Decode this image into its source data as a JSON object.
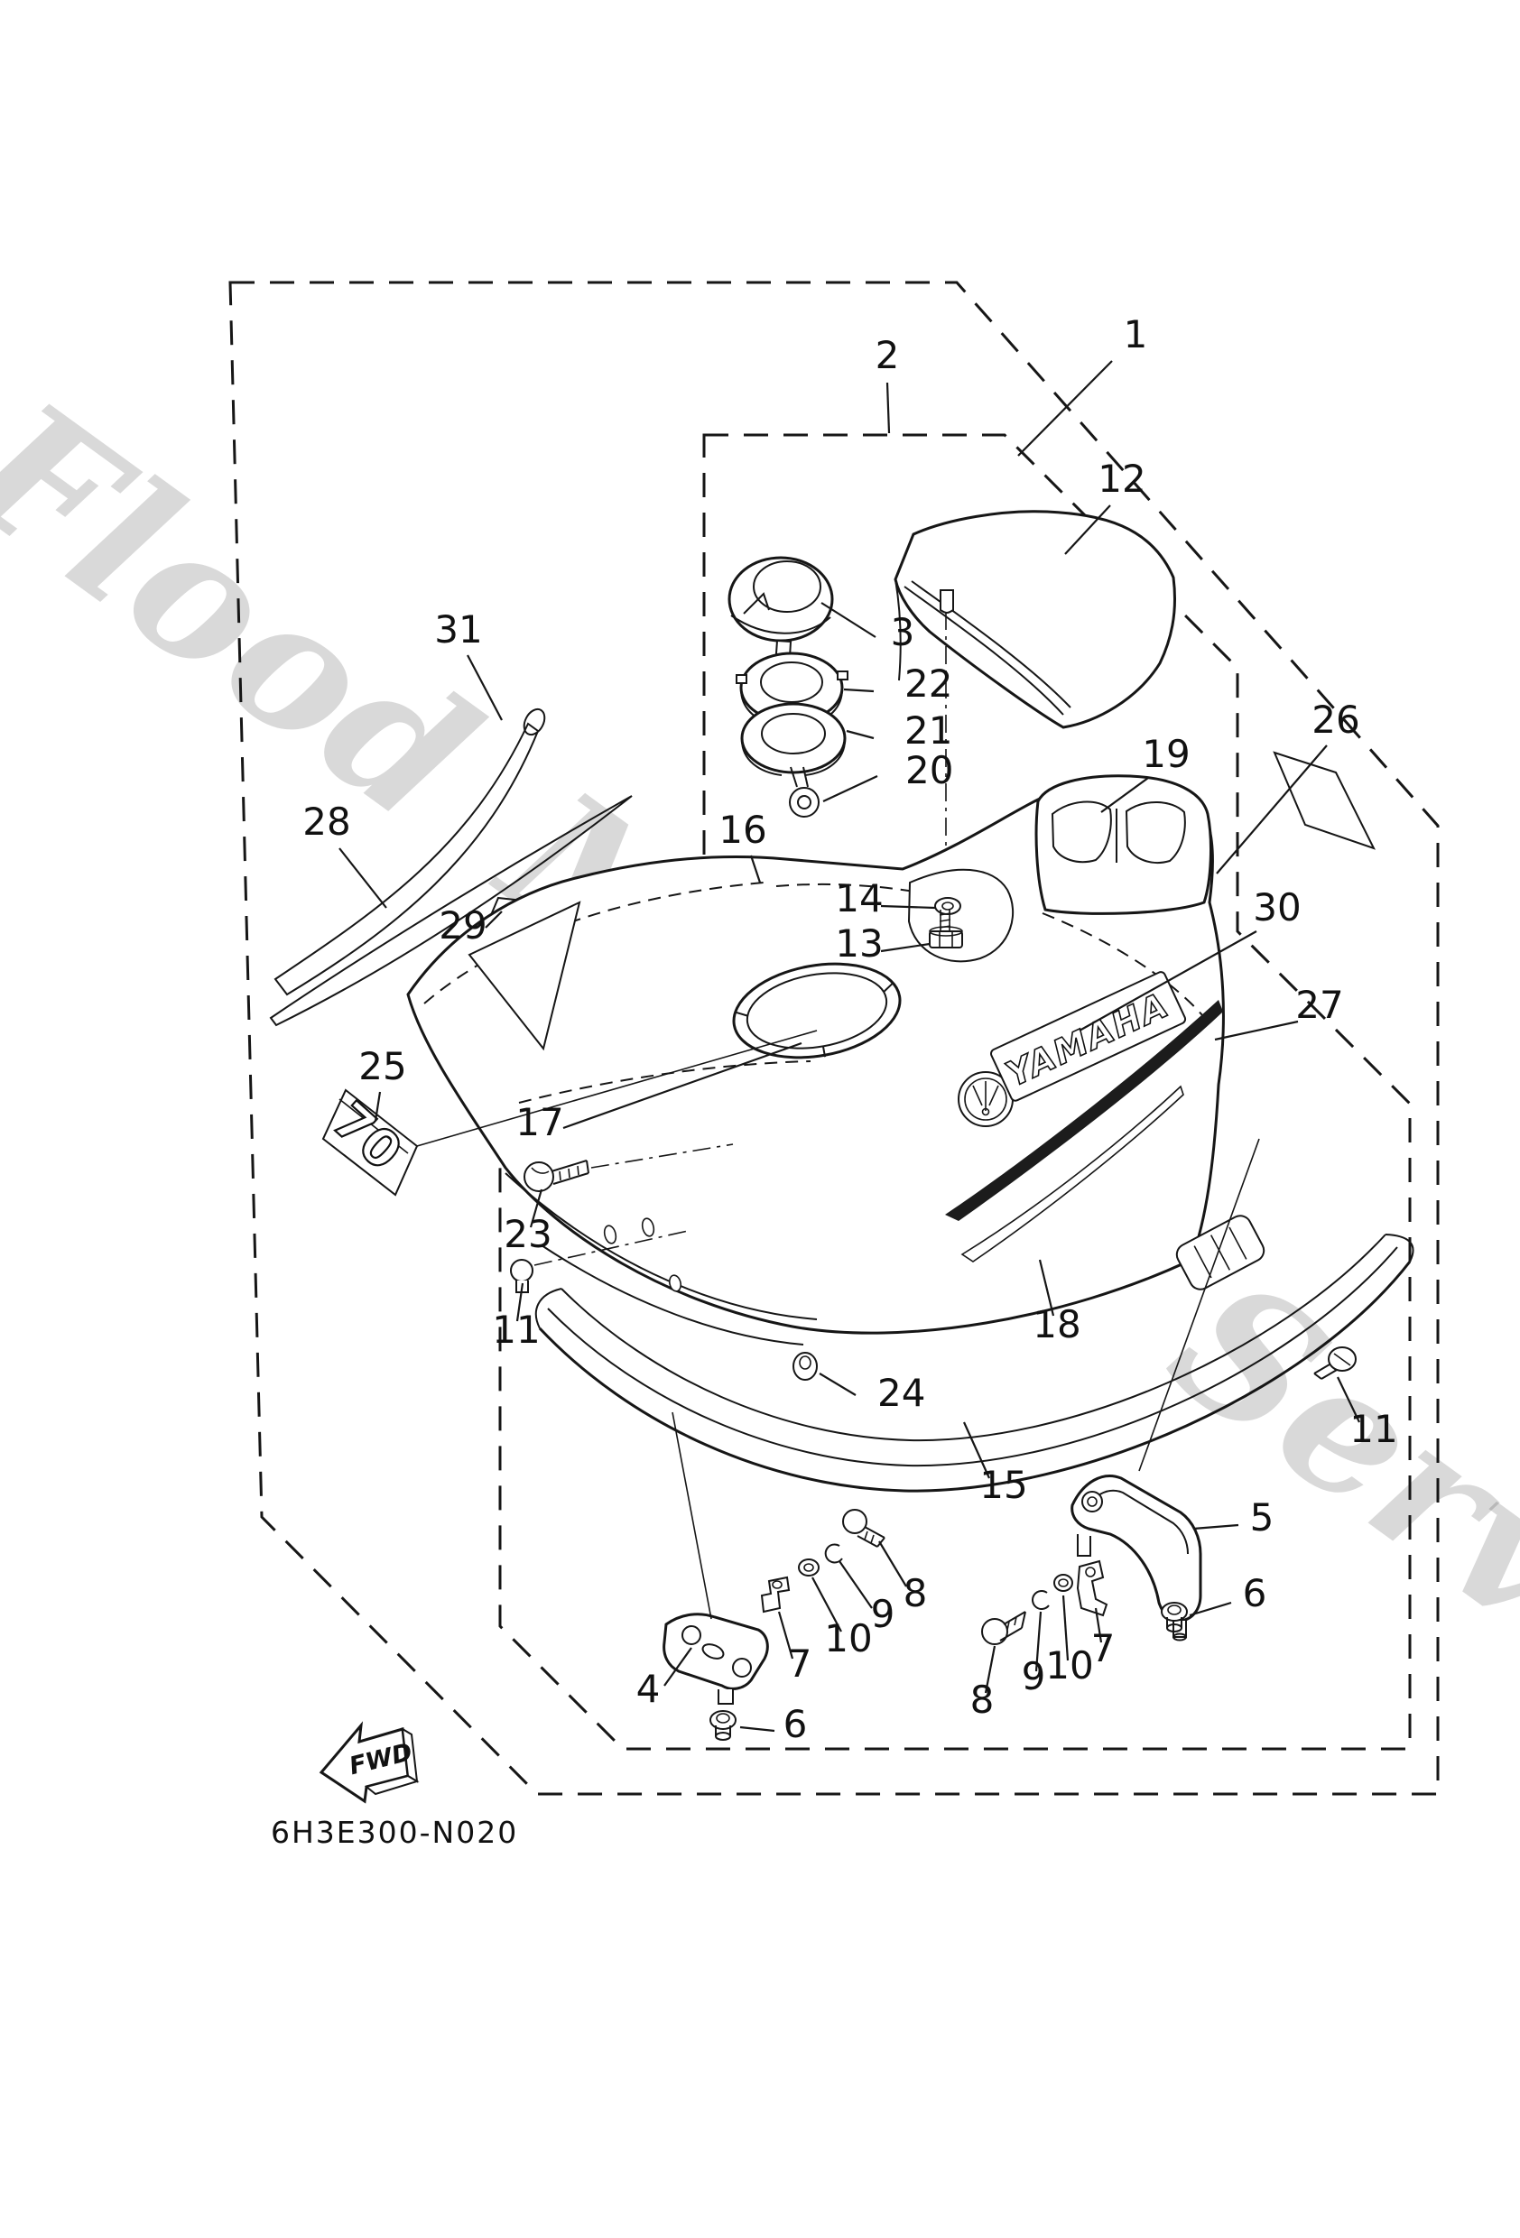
{
  "watermark": {
    "text": "Flood Marine Services"
  },
  "footer": {
    "part_code": "6H3E300-N020"
  },
  "fwd": {
    "label": "FWD"
  },
  "cowling": {
    "brand_wordmark": "YAMAHA",
    "model_badge": "70"
  },
  "callouts": [
    {
      "n": "1"
    },
    {
      "n": "2"
    },
    {
      "n": "12"
    },
    {
      "n": "3"
    },
    {
      "n": "22"
    },
    {
      "n": "21"
    },
    {
      "n": "20"
    },
    {
      "n": "31"
    },
    {
      "n": "26"
    },
    {
      "n": "19"
    },
    {
      "n": "28"
    },
    {
      "n": "16"
    },
    {
      "n": "14"
    },
    {
      "n": "13"
    },
    {
      "n": "29"
    },
    {
      "n": "30"
    },
    {
      "n": "27"
    },
    {
      "n": "25"
    },
    {
      "n": "17"
    },
    {
      "n": "23"
    },
    {
      "n": "11"
    },
    {
      "n": "18"
    },
    {
      "n": "24"
    },
    {
      "n": "15"
    },
    {
      "n": "5"
    },
    {
      "n": "6"
    },
    {
      "n": "8"
    },
    {
      "n": "9"
    },
    {
      "n": "10"
    },
    {
      "n": "8"
    },
    {
      "n": "9"
    },
    {
      "n": "10"
    },
    {
      "n": "7"
    },
    {
      "n": "7"
    },
    {
      "n": "6"
    },
    {
      "n": "4"
    },
    {
      "n": "11"
    }
  ]
}
